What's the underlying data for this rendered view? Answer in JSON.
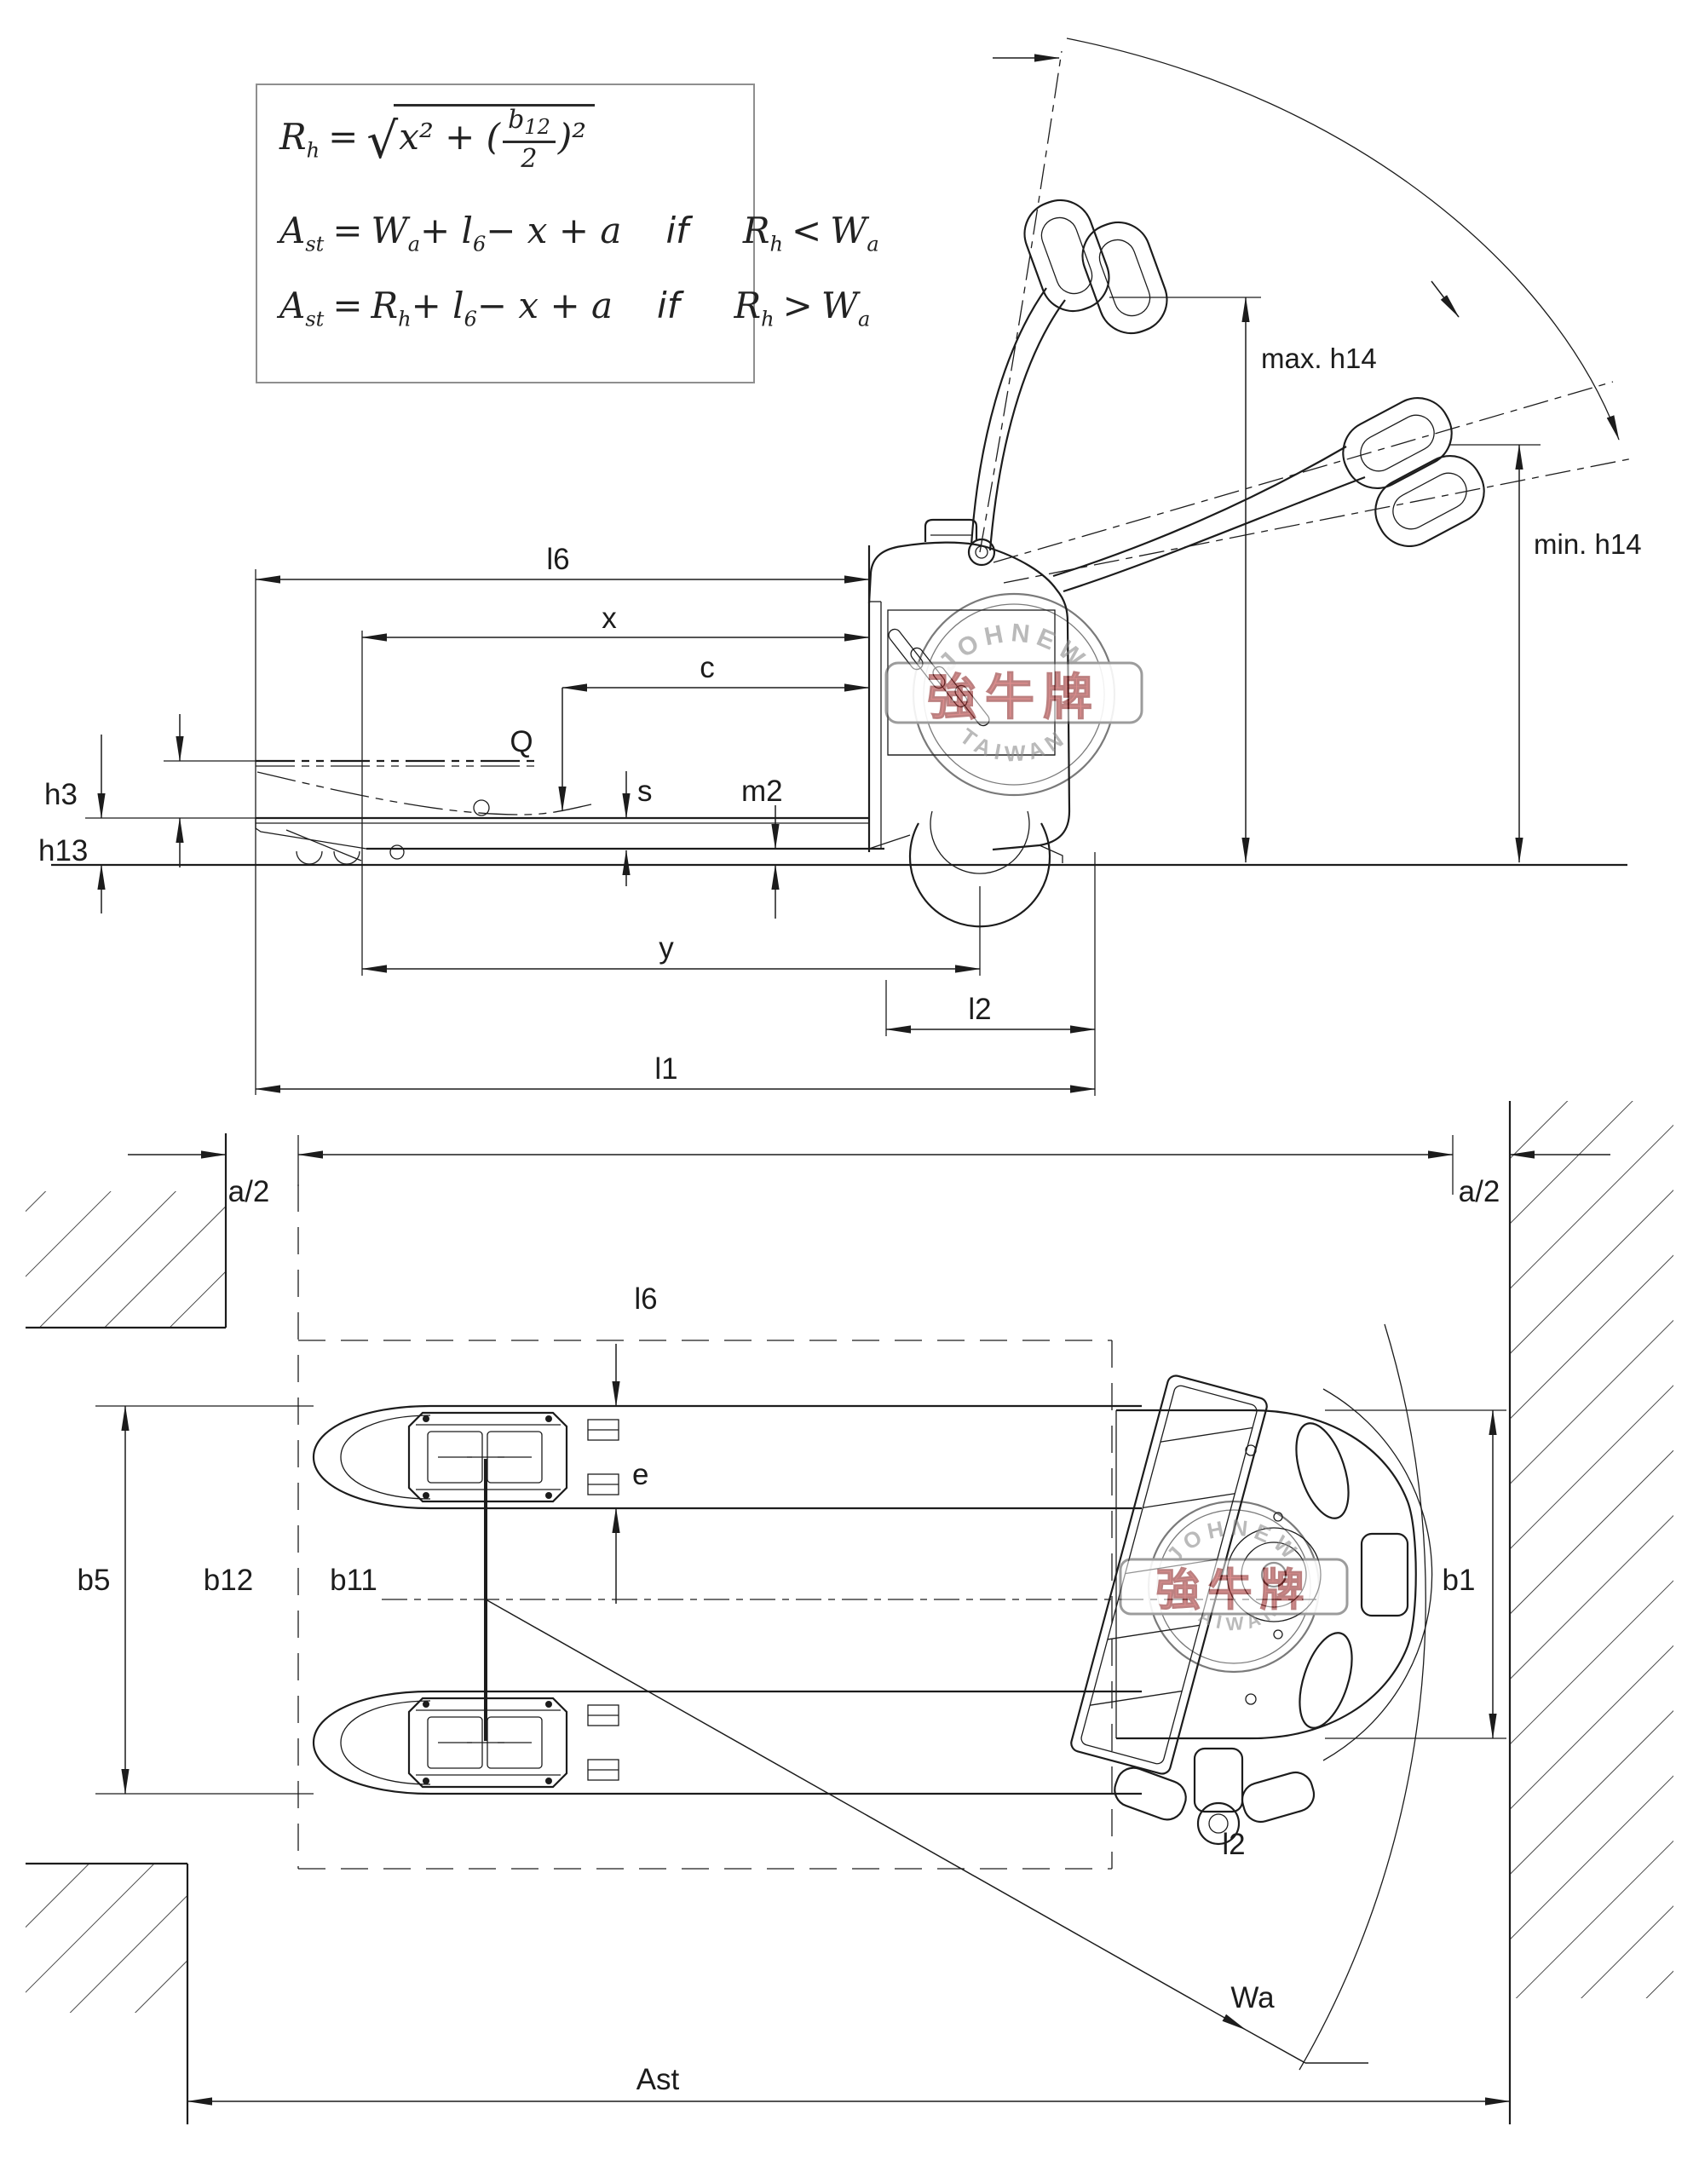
{
  "col": {
    "ink": "#1c1c1c",
    "stamp_red": "#c23b3b",
    "stamp_gray": "#8a8a8a",
    "box_border": "#8f8f8f"
  },
  "formulas": {
    "f1": {
      "lhs": "R",
      "lhs_sub": "h",
      "eq": "=",
      "radical": "√",
      "pre": "x² + (",
      "num": "b",
      "num_sub": "12",
      "den": "2",
      "post": ")²"
    },
    "f2": {
      "lhs": "A",
      "lhs_sub": "st",
      "eq": "=",
      "p1": "W",
      "p1_sub": "a",
      "p2": "+ l",
      "p2_sub": "6",
      "p3": "− x + a",
      "cond": "if",
      "q1": "R",
      "q1_sub": "h",
      "rel": "<",
      "q2": "W",
      "q2_sub": "a"
    },
    "f3": {
      "lhs": "A",
      "lhs_sub": "st",
      "eq": "=",
      "p1": "R",
      "p1_sub": "h",
      "p2": "+ l",
      "p2_sub": "6",
      "p3": "− x + a",
      "cond": "if",
      "q1": "R",
      "q1_sub": "h",
      "rel": ">",
      "q2": "W",
      "q2_sub": "a"
    }
  },
  "side": {
    "l6": "l6",
    "x": "x",
    "c": "c",
    "q": "Q",
    "s": "s",
    "m2": "m2",
    "h3": "h3",
    "h13": "h13",
    "y": "y",
    "l2": "l2",
    "l1": "l1",
    "max_h14": "max. h14",
    "min_h14": "min. h14"
  },
  "top": {
    "a2_left": "a/2",
    "a2_right": "a/2",
    "l6": "l6",
    "e": "e",
    "b5": "b5",
    "b12": "b12",
    "b11": "b11",
    "b1": "b1",
    "l2": "l2",
    "wa": "Wa",
    "ast": "Ast"
  },
  "stamp": {
    "arc_top": "JOHNEW",
    "center": "強牛牌",
    "arc_bottom": "TAIWAN"
  }
}
